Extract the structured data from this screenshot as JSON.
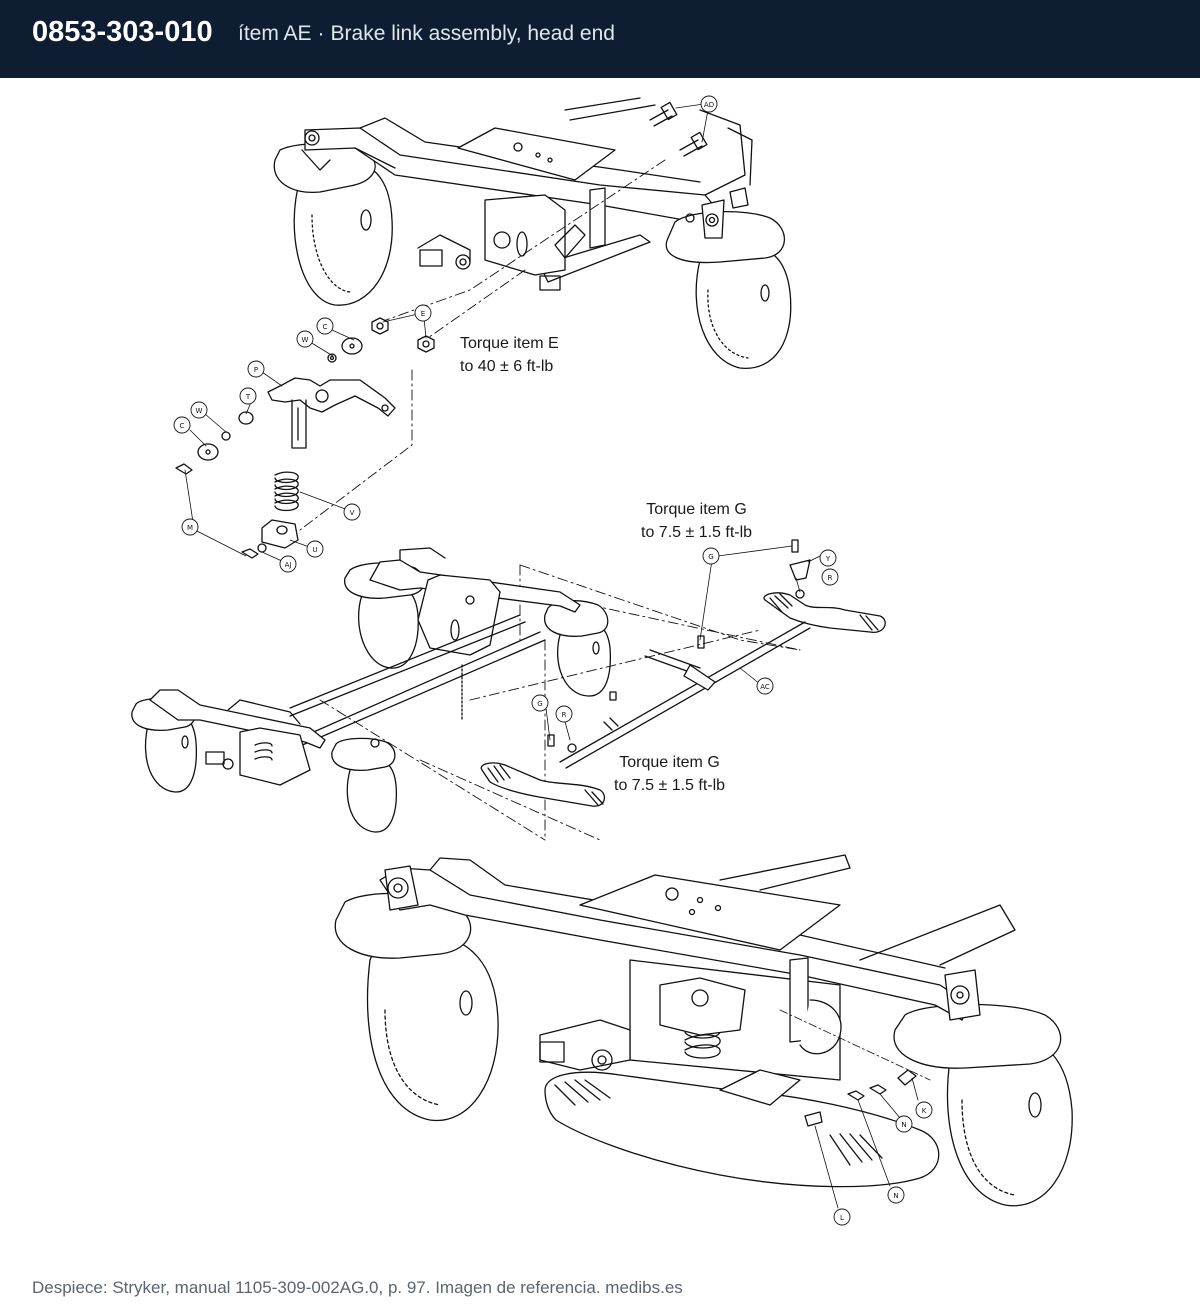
{
  "header": {
    "part_number": "0853-303-010",
    "item_label": "ítem AE",
    "separator": "·",
    "title": "Brake link assembly, head end"
  },
  "notes": [
    {
      "line1": "Torque item E",
      "line2": "to 40 ± 6 ft-lb"
    },
    {
      "line1": "Torque item G",
      "line2": "to 7.5 ± 1.5 ft-lb"
    },
    {
      "line1": "Torque item G",
      "line2": "to 7.5 ± 1.5 ft-lb"
    }
  ],
  "callouts": [
    "AD",
    "E",
    "C",
    "W",
    "P",
    "T",
    "W",
    "C",
    "V",
    "M",
    "U",
    "AJ",
    "G",
    "Y",
    "R",
    "AC",
    "G",
    "R",
    "K",
    "N",
    "N",
    "L"
  ],
  "footer": {
    "text": "Despiece: Stryker, manual 1105-309-002AG.0, p. 97. Imagen de referencia. medibs.es"
  },
  "colors": {
    "header_bg": "#0e1d31",
    "header_text": "#ffffff",
    "footer_text": "#5b6470",
    "line_art": "#111111"
  }
}
